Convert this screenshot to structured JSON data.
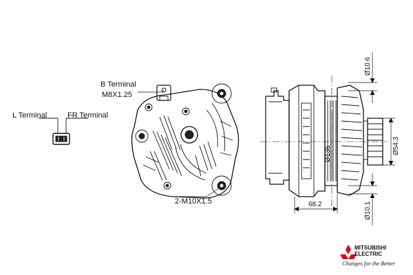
{
  "labels": {
    "b_terminal": "B Terminal",
    "b_thread": "M8X1.25",
    "l_terminal": "L Terminal",
    "fr_terminal": "FR Terminal",
    "mount_thread": "2-M10X1.5"
  },
  "dimensions": {
    "dia_10_6": "Ø10.6",
    "dia_54_3": "Ø54.3",
    "dia_135": "Ø135",
    "len_68_2": "68.2",
    "dia_10_1": "Ø10.1"
  },
  "brand": {
    "name_line1": "MITSUBISHI",
    "name_line2": "ELECTRIC",
    "tagline": "Changes for the Better",
    "logo_color": "#e60012"
  }
}
